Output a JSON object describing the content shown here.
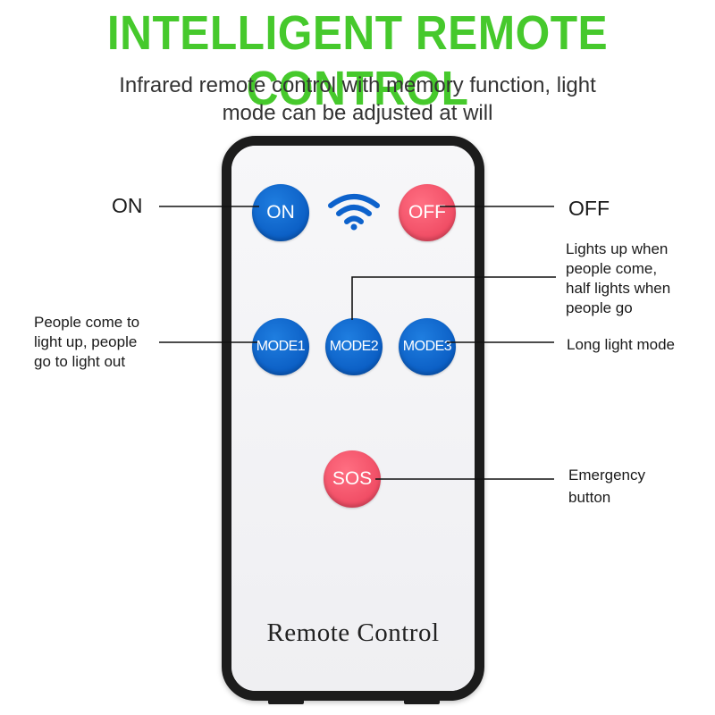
{
  "headline": "INTELLIGENT REMOTE CONTROL",
  "subtitle_line1": "Infrared remote control with memory function, light",
  "subtitle_line2": "mode can be adjusted at will",
  "remote": {
    "brand_text": "Remote Control",
    "signal_icon": "wifi-icon",
    "buttons": {
      "on": "ON",
      "off": "OFF",
      "mode1": "MODE1",
      "mode2": "MODE2",
      "mode3": "MODE3",
      "sos": "SOS"
    }
  },
  "callouts": {
    "on": "ON",
    "off": "OFF",
    "mode1": [
      "People come to",
      "light up, people",
      "go to light out"
    ],
    "mode2": [
      "Lights up when",
      "people come,",
      "half lights when",
      "people go"
    ],
    "mode3": "Long light mode",
    "sos": [
      "Emergency",
      "button"
    ]
  },
  "colors": {
    "headline_green": "#46c92c",
    "button_blue": "#0b5ec4",
    "button_red": "#f04c64",
    "remote_border": "#1c1c1c"
  }
}
